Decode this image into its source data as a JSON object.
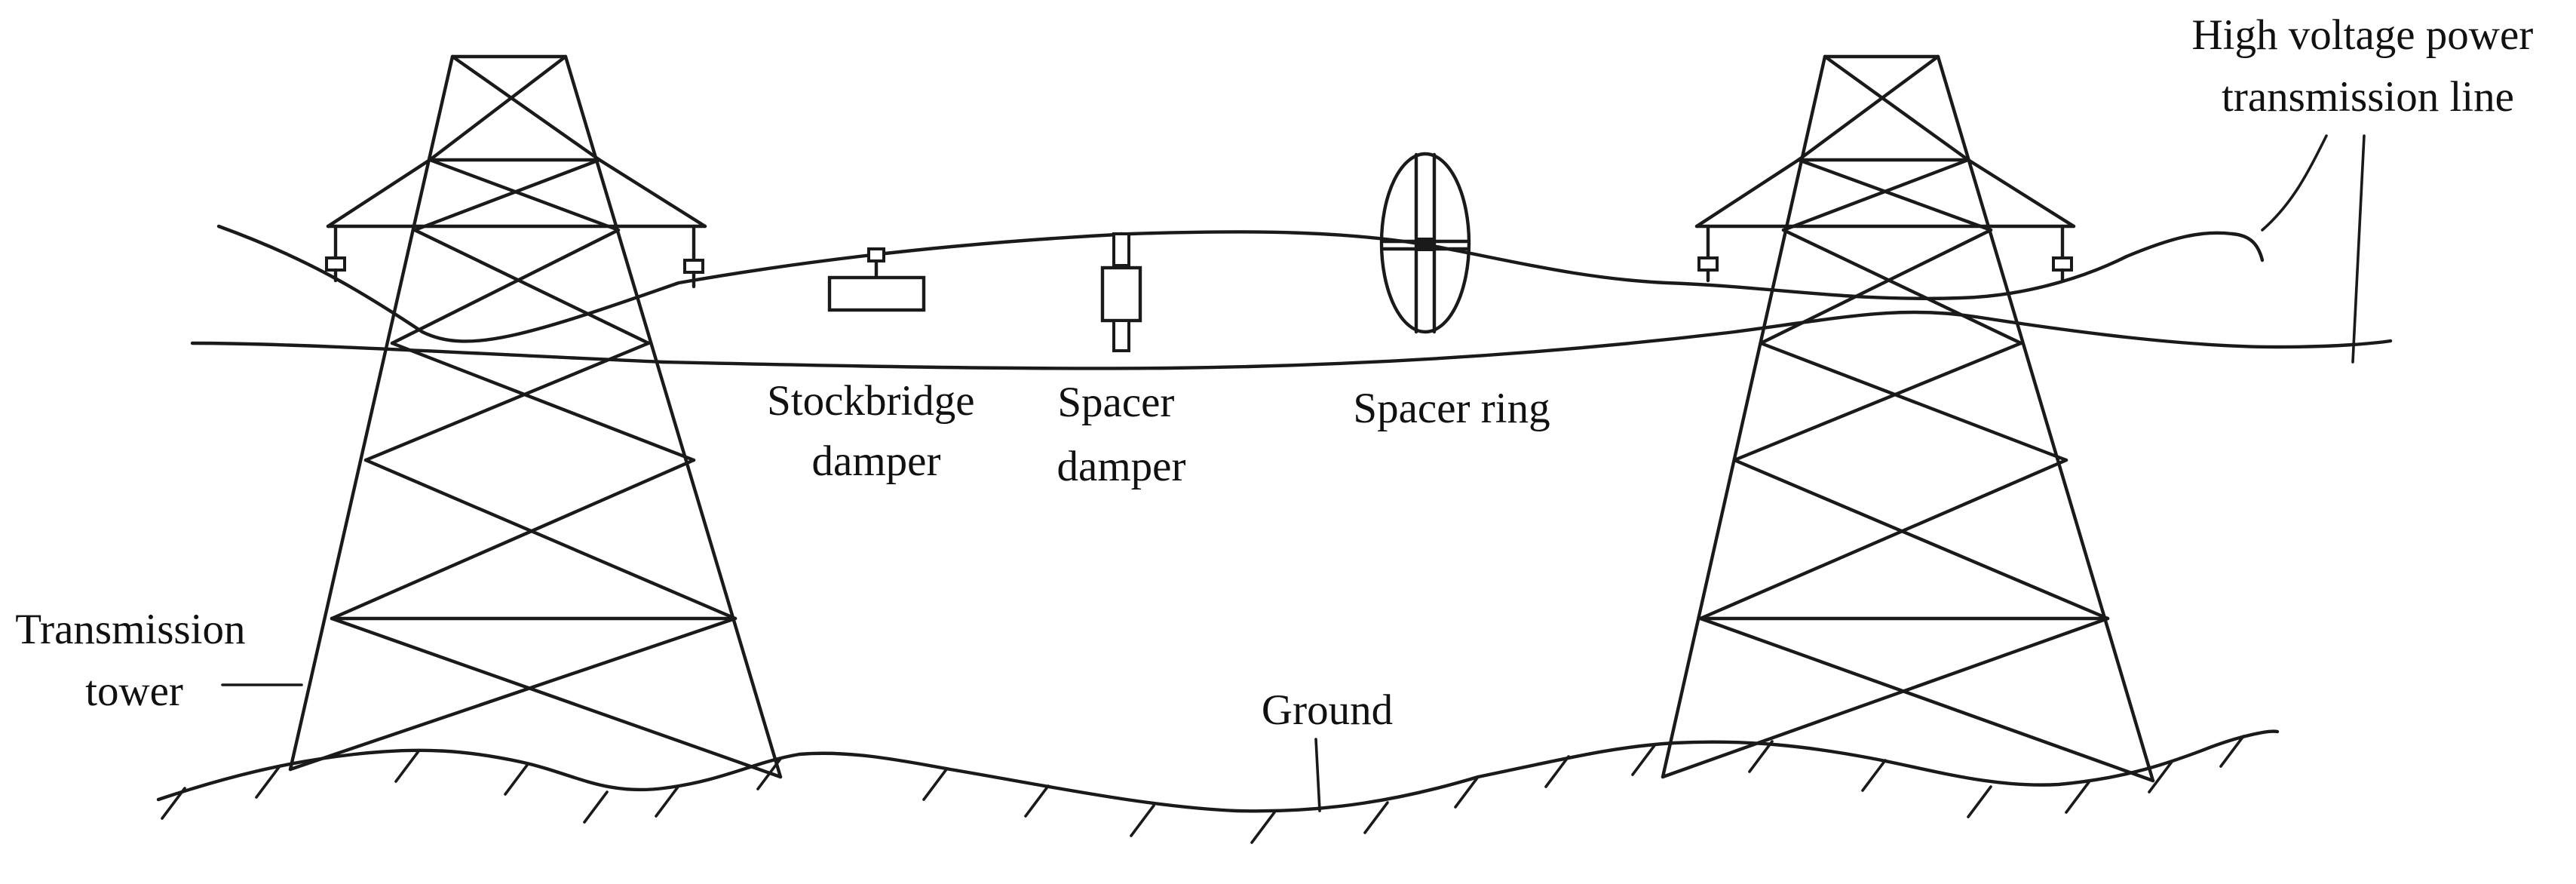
{
  "labels": {
    "high_voltage_line": [
      "High voltage power",
      "transmission line"
    ],
    "stockbridge_damper": [
      "Stockbridge",
      "damper"
    ],
    "spacer_damper": [
      "Spacer",
      "damper"
    ],
    "spacer_ring": "Spacer ring",
    "transmission_tower": [
      "Transmission",
      "tower"
    ],
    "ground": "Ground"
  }
}
